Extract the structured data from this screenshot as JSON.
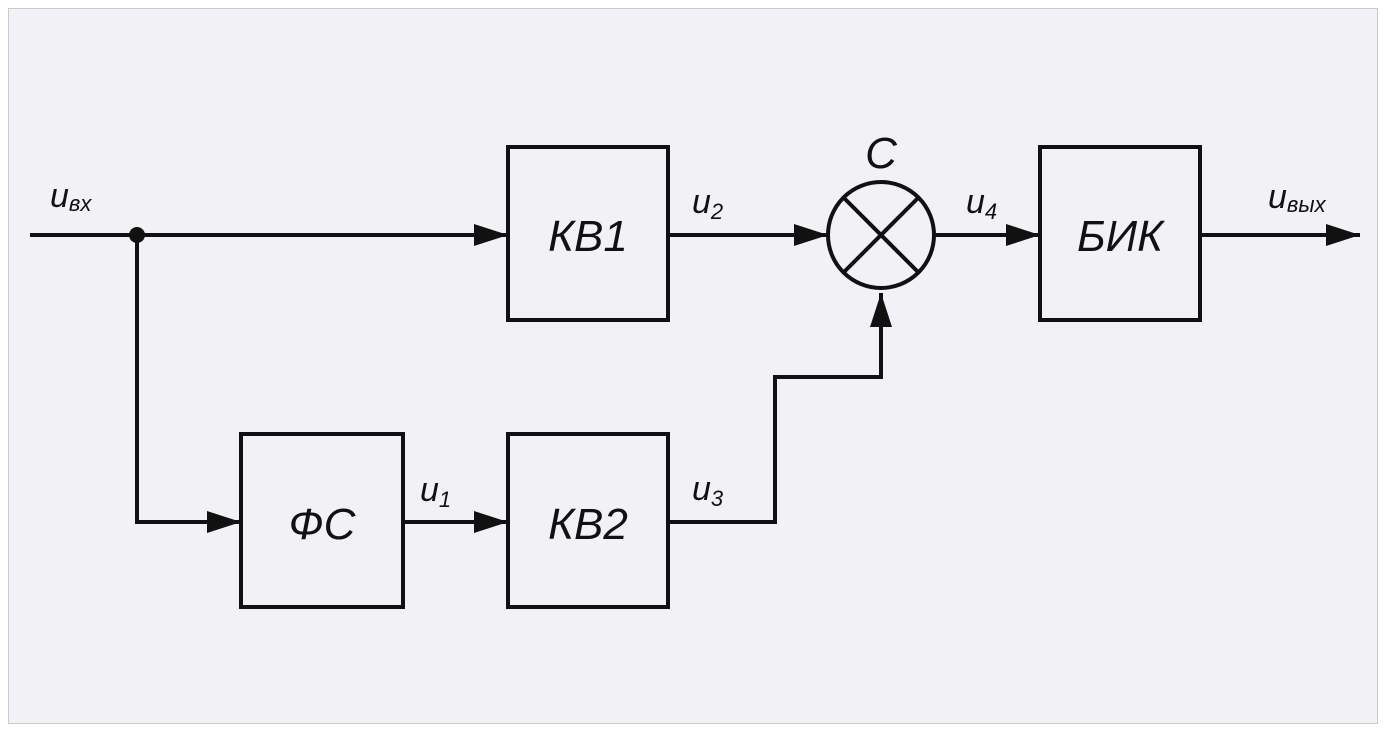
{
  "colors": {
    "background": "#f2f1f6",
    "stroke": "#111111"
  },
  "blocks": {
    "kv1": "КВ1",
    "kv2": "КВ2",
    "fs": "ФС",
    "bik": "БИК"
  },
  "mixer": {
    "label": "С"
  },
  "signals": {
    "u_in": {
      "base": "u",
      "sub": "вх"
    },
    "u1": {
      "base": "u",
      "sub": "1"
    },
    "u2": {
      "base": "u",
      "sub": "2"
    },
    "u3": {
      "base": "u",
      "sub": "3"
    },
    "u4": {
      "base": "u",
      "sub": "4"
    },
    "u_out": {
      "base": "u",
      "sub": "вых"
    }
  }
}
